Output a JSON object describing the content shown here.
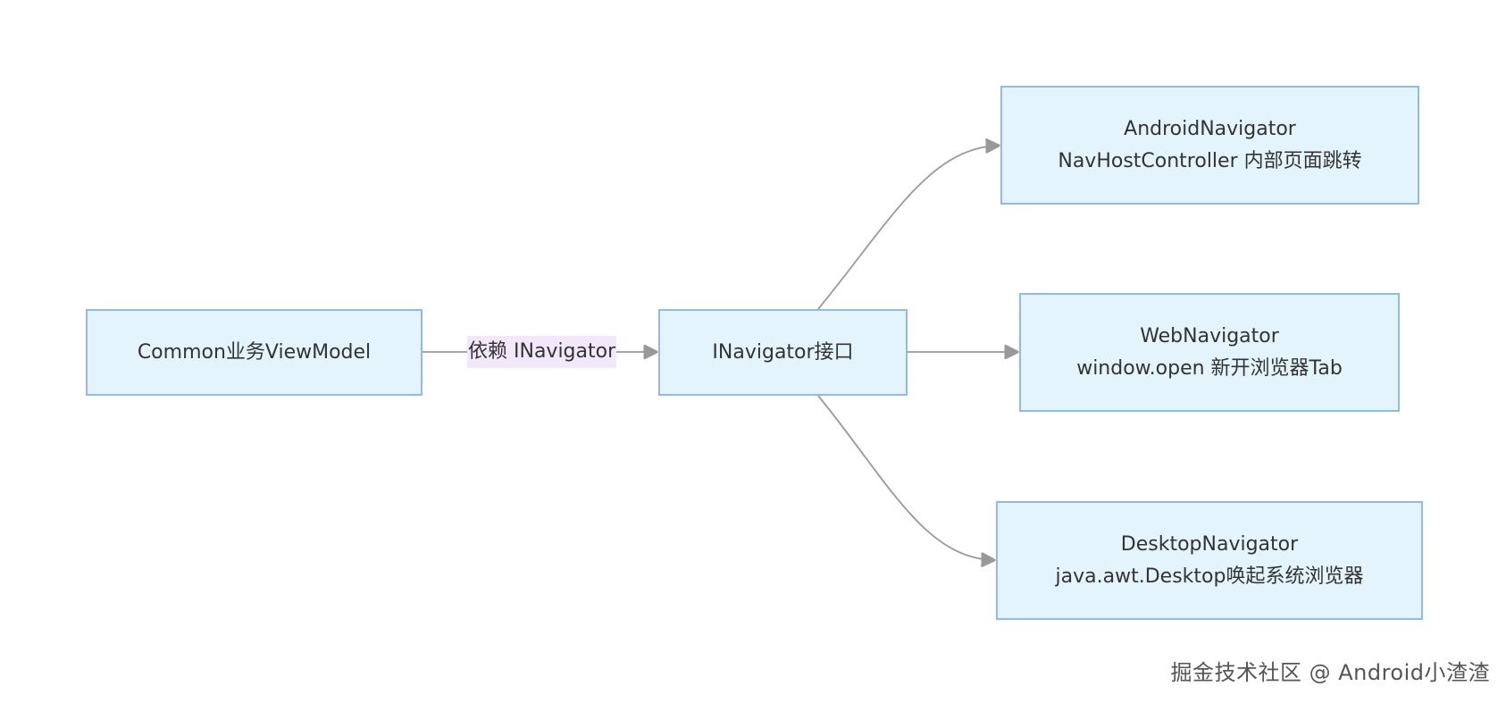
{
  "nodes": {
    "common": {
      "line1": "Common业务ViewModel"
    },
    "inavigator": {
      "line1": "INavigator接口"
    },
    "android": {
      "line1": "AndroidNavigator",
      "line2": "NavHostController 内部页面跳转"
    },
    "web": {
      "line1": "WebNavigator",
      "line2": "window.open 新开浏览器Tab"
    },
    "desktop": {
      "line1": "DesktopNavigator",
      "line2": "java.awt.Desktop唤起系统浏览器"
    }
  },
  "edges": {
    "depends_label": "依赖 INavigator"
  },
  "watermark": "掘金技术社区 @ Android小渣渣",
  "colors": {
    "node_fill": "#e3f4fc",
    "node_border": "#90b9ec",
    "edge": "#999999",
    "edge_label_bg": "#f3e8fa",
    "text": "#333333"
  }
}
